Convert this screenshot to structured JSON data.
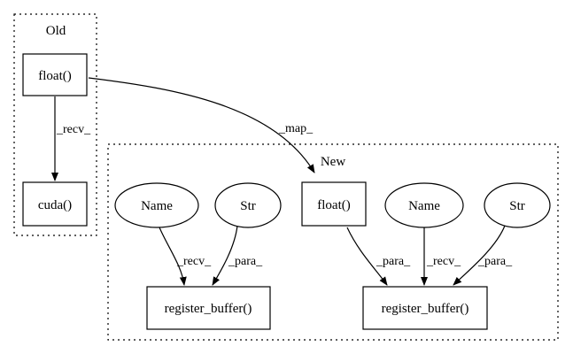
{
  "clusters": {
    "old": {
      "label": "Old"
    },
    "new": {
      "label": "New"
    }
  },
  "nodes": {
    "old_float": {
      "label": "float()"
    },
    "old_cuda": {
      "label": "cuda()"
    },
    "new_name_left": {
      "label": "Name"
    },
    "new_str_left": {
      "label": "Str"
    },
    "new_float": {
      "label": "float()"
    },
    "new_name_right": {
      "label": "Name"
    },
    "new_str_right": {
      "label": "Str"
    },
    "new_register_left": {
      "label": "register_buffer()"
    },
    "new_register_right": {
      "label": "register_buffer()"
    }
  },
  "edges": {
    "float_to_cuda": {
      "label": "_recv_"
    },
    "float_to_new_float": {
      "label": "_map_"
    },
    "name_left_to_register_left": {
      "label": "_recv_"
    },
    "str_left_to_register_left": {
      "label": "_para_"
    },
    "float_to_register_right": {
      "label": "_para_"
    },
    "name_right_to_register_right": {
      "label": "_recv_"
    },
    "str_right_to_register_right": {
      "label": "_para_"
    }
  }
}
